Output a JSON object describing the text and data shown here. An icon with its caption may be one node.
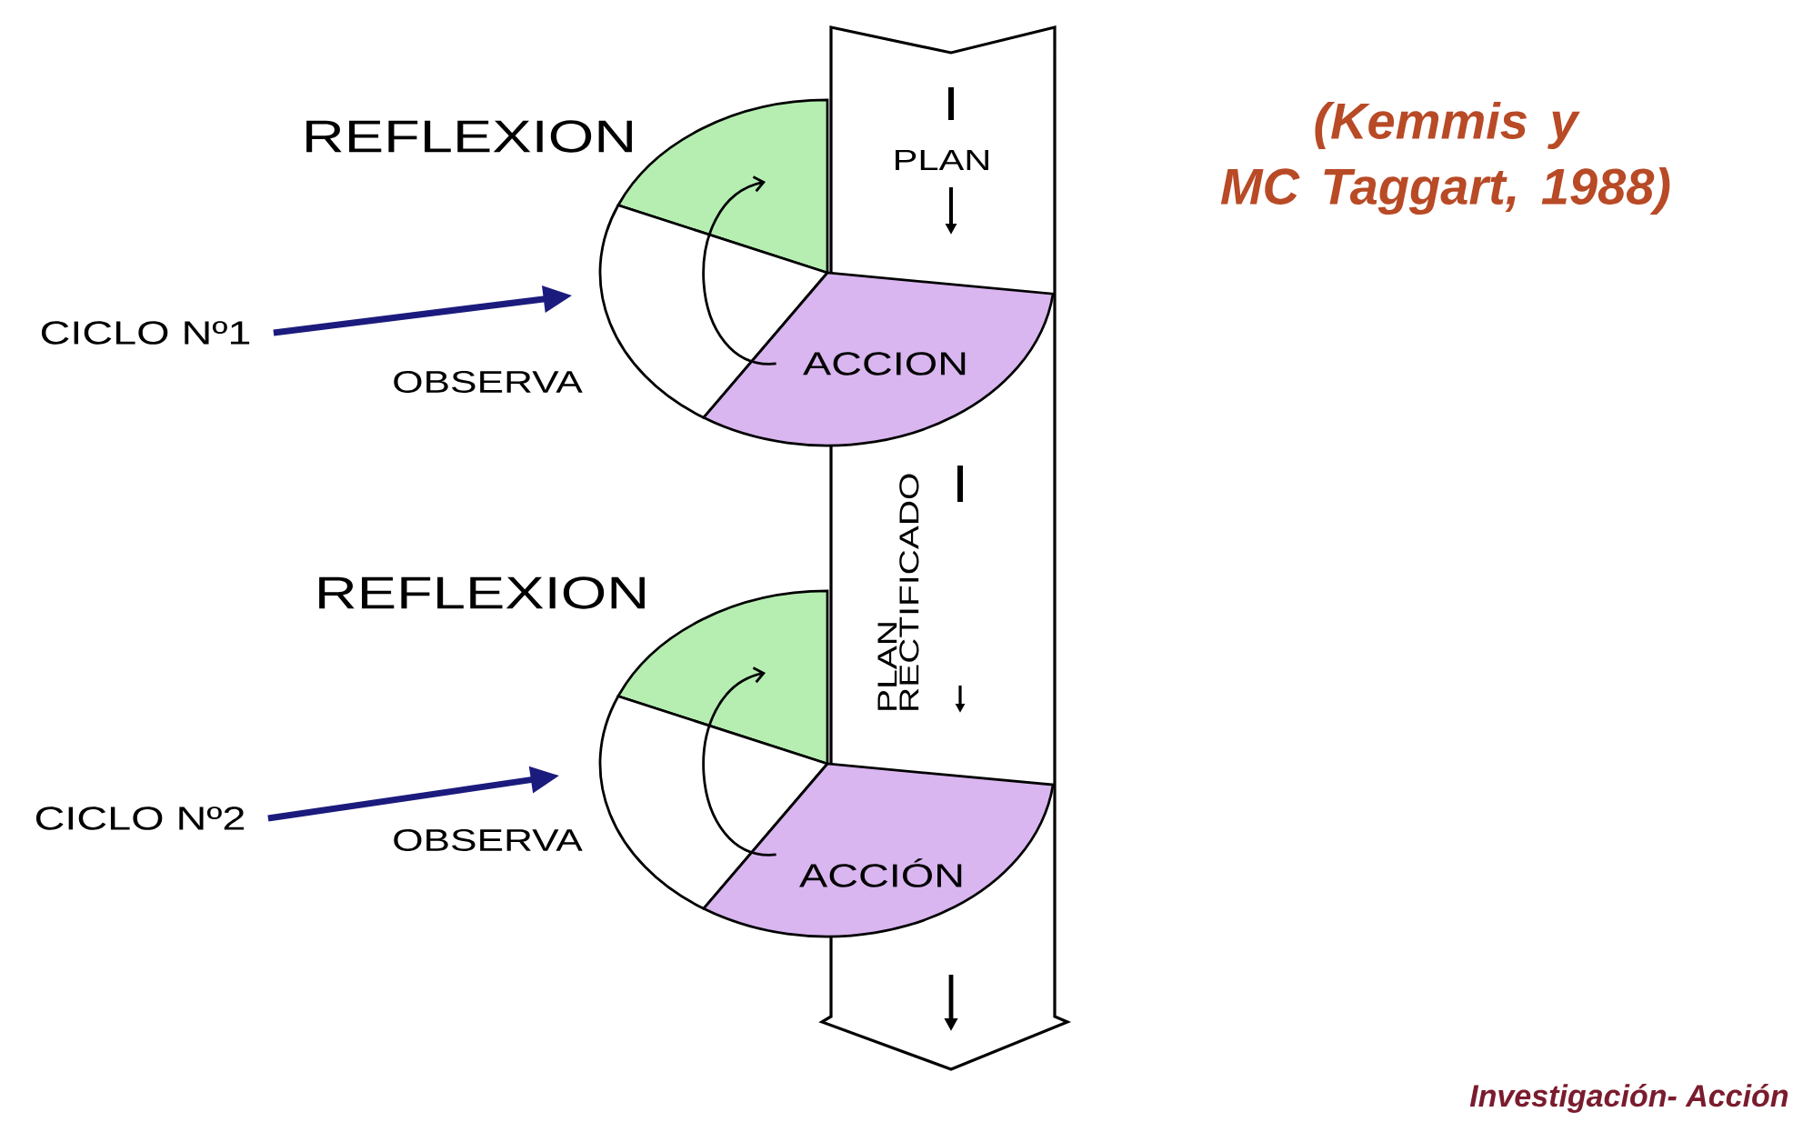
{
  "diagram": {
    "nodes": [
      {
        "text": [
          "PLAN",
          "PLAN RECTIFICADO"
        ]
      },
      {
        "text": [
          "REFLEXION"
        ]
      },
      {
        "text": [
          "CICLO Nº1"
        ]
      },
      {
        "text": [
          "OBSERVA"
        ]
      },
      {
        "text": [
          "ACCION"
        ]
      },
      {
        "text": [
          "REFLEXION"
        ]
      },
      {
        "text": [
          "CICLO Nº2"
        ]
      },
      {
        "text": [
          "OBSERVA"
        ]
      },
      {
        "text": [
          "ACCIÓN"
        ]
      }
    ],
    "edges": [
      {
        "from": 2,
        "to": 3,
        "arrow": "to",
        "style": "thick",
        "color": "#1b1b7e"
      },
      {
        "from": 4,
        "to": 1,
        "arrow": "to",
        "color": "#000000"
      },
      {
        "from": 6,
        "to": 7,
        "arrow": "to",
        "style": "thick",
        "color": "#1b1b7e"
      },
      {
        "from": 8,
        "to": 5,
        "arrow": "to",
        "color": "#000000"
      }
    ],
    "labels": [
      "(Kemmis y MC Taggart, 1988)",
      "Investigación- Acción"
    ]
  }
}
